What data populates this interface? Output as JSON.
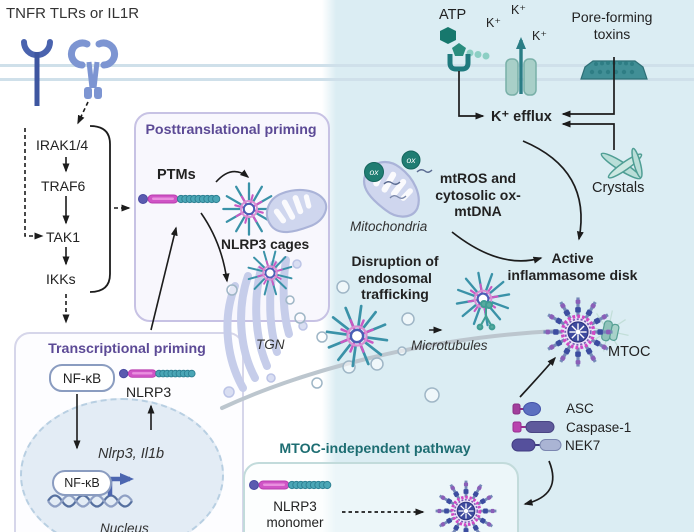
{
  "receptors": {
    "label": "TNFR TLRs or IL1R"
  },
  "cascade": {
    "items": [
      "IRAK1/4",
      "TRAF6",
      "TAK1",
      "IKKs"
    ]
  },
  "priming": {
    "post": {
      "title": "Posttranslational priming",
      "ptms": "PTMs",
      "cages": "NLRP3 cages"
    },
    "trans": {
      "title": "Transcriptional priming",
      "nfkb": "NF-κB",
      "nlrp3": "NLRP3",
      "genes": "Nlrp3, Il1b",
      "nfkb_nuc": "NF-κB",
      "nucleus": "Nucleus"
    }
  },
  "organelles": {
    "tgn": "TGN",
    "microtubules": "Microtubules",
    "mitochondria": "Mitochondria",
    "ox": "ox"
  },
  "stimuli": {
    "atp": "ATP",
    "k_plus": "K⁺",
    "pore_toxins": "Pore-forming toxins",
    "crystals": "Crystals"
  },
  "activation": {
    "k_efflux": "K⁺ efflux",
    "mtros": "mtROS and cytosolic ox-mtDNA",
    "disruption": "Disruption of endosomal trafficking",
    "active_disk": "Active inflammasome disk",
    "mtoc": "MTOC"
  },
  "legend": {
    "asc": "ASC",
    "caspase1": "Caspase-1",
    "nek7": "NEK7"
  },
  "mtoc_independent": {
    "title": "MTOC-independent pathway",
    "monomer": "NLRP3 monomer"
  },
  "colors": {
    "purple_title": "#5c4a96",
    "teal_title": "#1d6d72",
    "cytosol_blue": "#dbedf3",
    "magenta": "#d054c6",
    "teal_icon": "#1f7d74",
    "receptor_blue": "#4a63ae",
    "spike_teal": "#3a92a8",
    "disk_magenta": "#cf49c4"
  }
}
